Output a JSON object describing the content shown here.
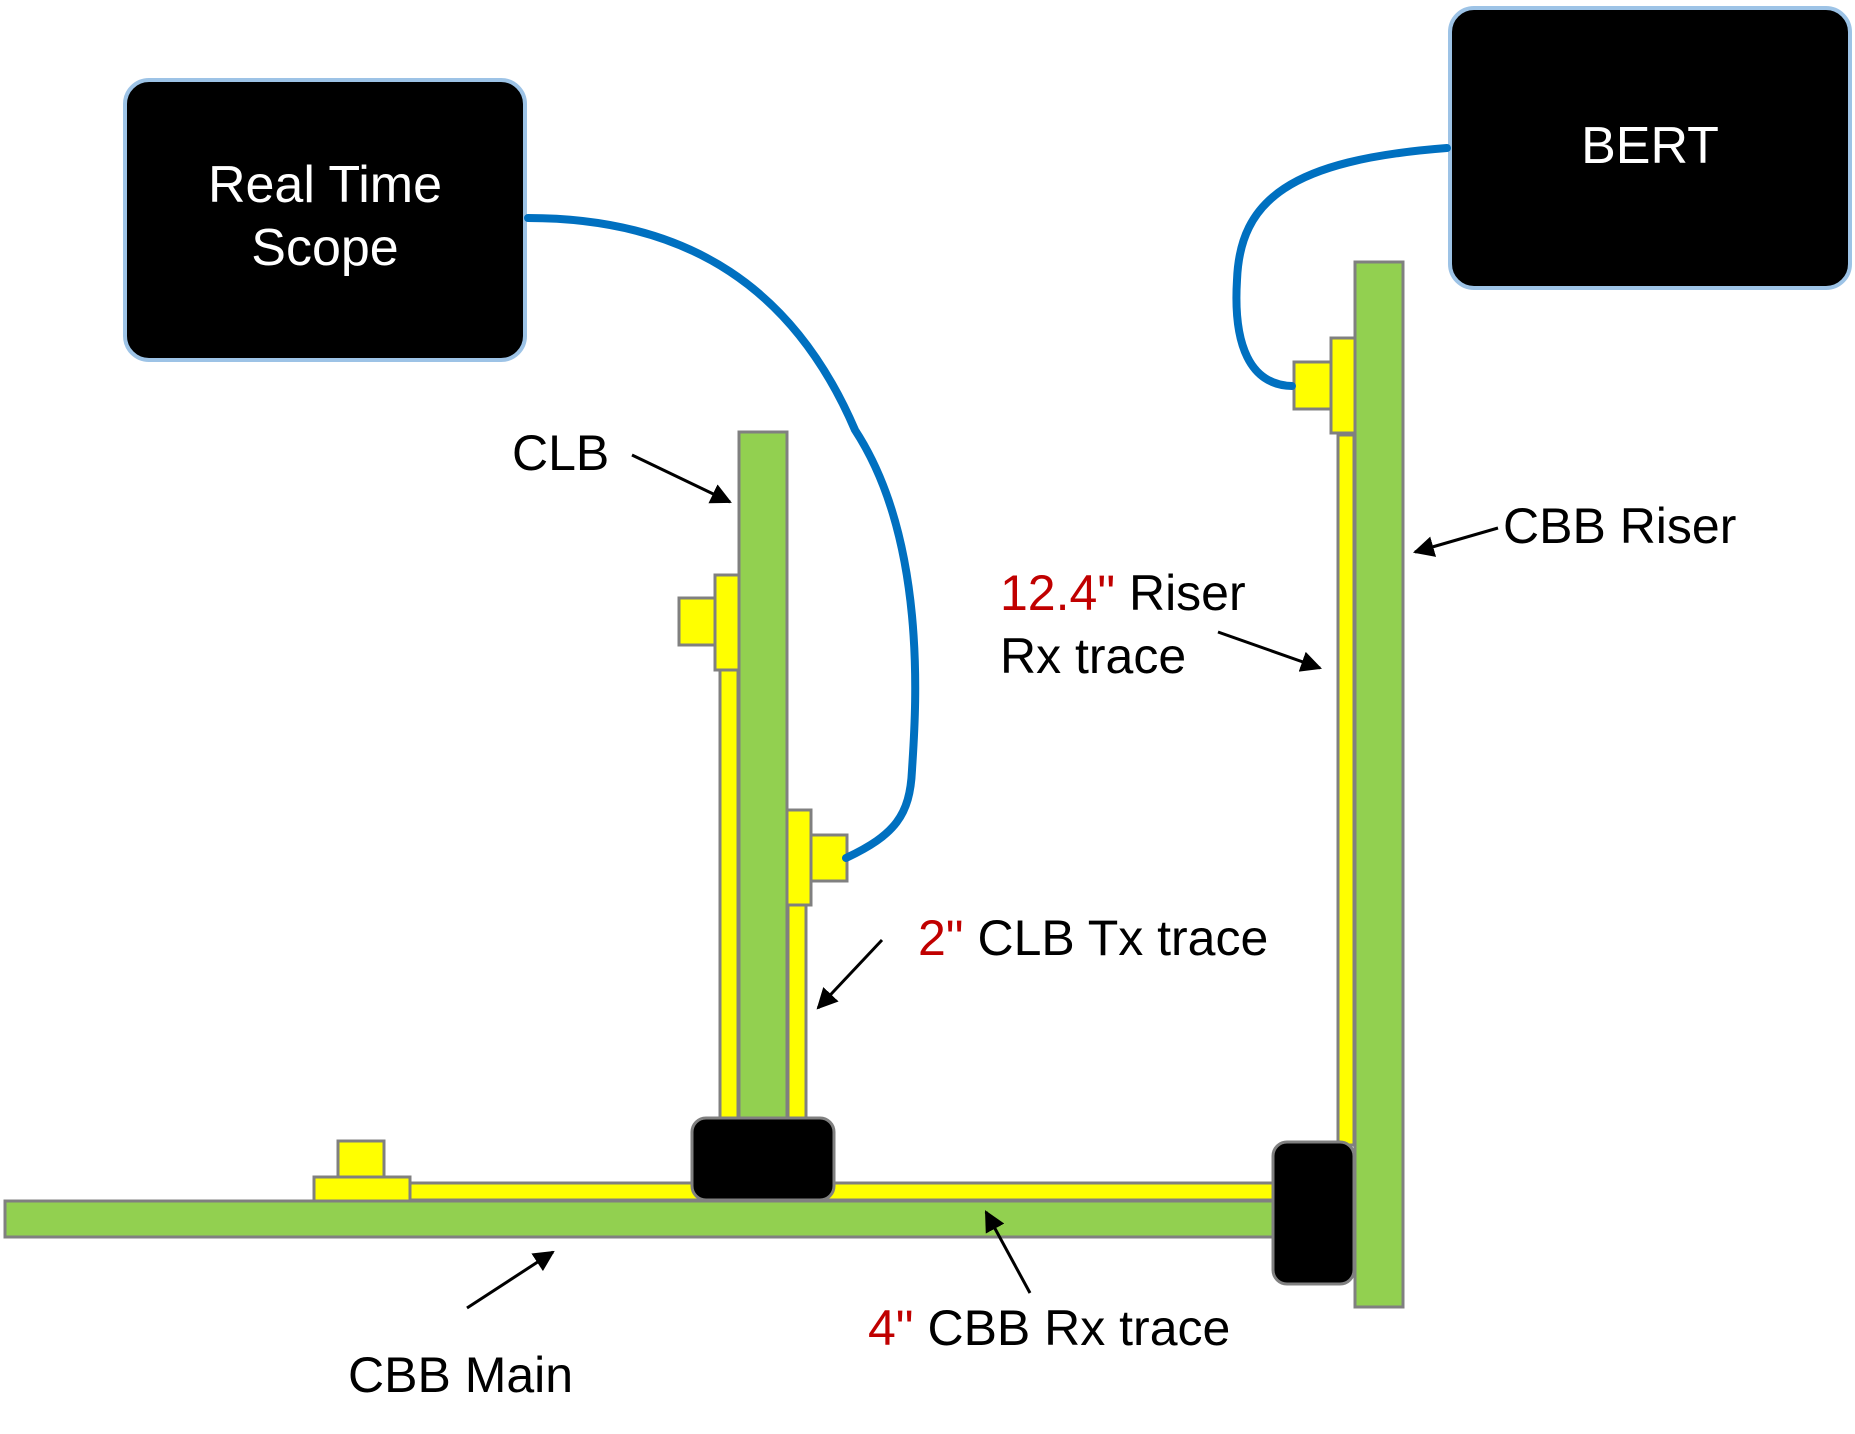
{
  "instruments": {
    "scope": {
      "line1": "Real Time",
      "line2": "Scope"
    },
    "bert": {
      "label": "BERT"
    }
  },
  "labels": {
    "clb": "CLB",
    "cbb_riser": "CBB Riser",
    "cbb_main": "CBB Main",
    "riser_trace": {
      "value": "12.4\"",
      "rest1": " Riser",
      "line2": "Rx trace"
    },
    "clb_trace": {
      "value": "2\"",
      "rest": " CLB Tx trace"
    },
    "cbb_trace": {
      "value": "4\"",
      "rest": " CBB Rx trace"
    }
  },
  "colors": {
    "board": "#92d050",
    "trace": "#ffff00",
    "connector": "#000000",
    "cable": "#0070c0",
    "highlight": "#c00000",
    "outline": "#808080",
    "box_border": "#9dc3e6"
  }
}
